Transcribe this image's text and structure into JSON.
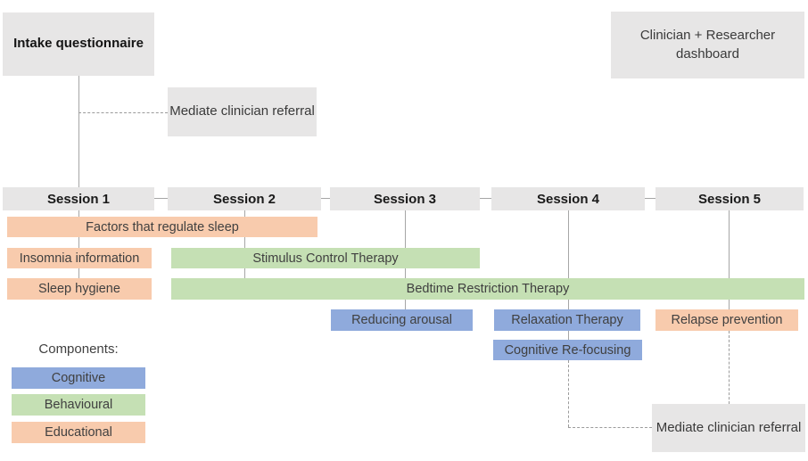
{
  "nodes": {
    "intake": {
      "label": "Intake questionnaire"
    },
    "dashboard": {
      "label": "Clinician + Researcher dashboard"
    },
    "mediate_referral_top": {
      "label": "Mediate clinician referral"
    },
    "mediate_referral_bottom": {
      "label": "Mediate clinician referral"
    }
  },
  "sessions": [
    {
      "label": "Session 1"
    },
    {
      "label": "Session 2"
    },
    {
      "label": "Session 3"
    },
    {
      "label": "Session 4"
    },
    {
      "label": "Session 5"
    }
  ],
  "bars": [
    {
      "label": "Factors that regulate sleep",
      "component": "educational"
    },
    {
      "label": "Insomnia information",
      "component": "educational"
    },
    {
      "label": "Stimulus Control Therapy",
      "component": "behavioural"
    },
    {
      "label": "Sleep hygiene",
      "component": "educational"
    },
    {
      "label": "Bedtime Restriction Therapy",
      "component": "behavioural"
    },
    {
      "label": "Reducing arousal",
      "component": "cognitive"
    },
    {
      "label": "Relaxation Therapy",
      "component": "cognitive"
    },
    {
      "label": "Relapse prevention",
      "component": "educational"
    },
    {
      "label": "Cognitive Re-focusing",
      "component": "cognitive"
    }
  ],
  "legend": {
    "title": "Components:",
    "items": [
      {
        "label": "Cognitive",
        "component": "cognitive"
      },
      {
        "label": "Behavioural",
        "component": "behavioural"
      },
      {
        "label": "Educational",
        "component": "educational"
      }
    ]
  },
  "colors": {
    "cognitive": "#8FAADC",
    "behavioural": "#C5E0B4",
    "educational": "#F8CBAD",
    "node_gray": "#E7E6E6",
    "line": "#A6A6A6"
  }
}
